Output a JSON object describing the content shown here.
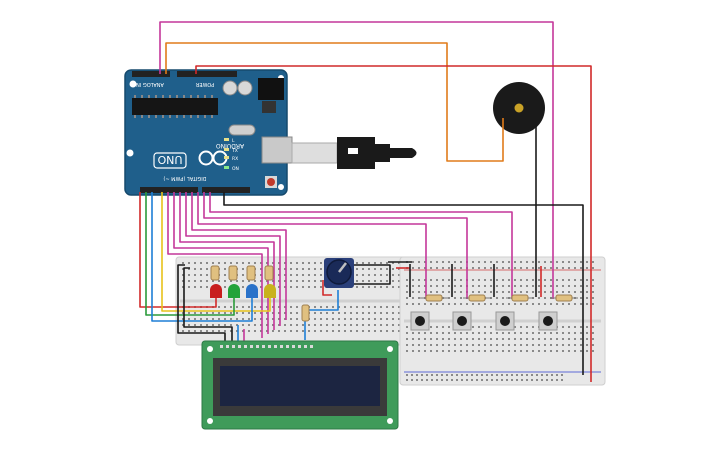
{
  "arduino": {
    "brand": "ARDUINO",
    "model": "UNO",
    "digital_label": "DIGITAL (PWM ~)",
    "analog_label": "ANALOG IN",
    "power_label": "POWER",
    "on_label": "ON",
    "tx_label": "TX",
    "rx_label": "RX",
    "l_label": "L"
  },
  "colors": {
    "arduino_board": "#1f5f8b",
    "breadboard": "#e9e9e9",
    "lcd_pcb": "#3f9b5a",
    "lcd_screen": "#1c2541",
    "wire_magenta": "#c4379a",
    "wire_orange": "#e07b1a",
    "wire_red": "#d12a2a",
    "wire_black": "#1a1a1a",
    "wire_blue": "#1e7fd6",
    "wire_green": "#2a9a3a",
    "wire_yellow": "#e8c21a",
    "led_red": "#c81e1e",
    "led_green": "#23a33a",
    "led_blue": "#2a72c9",
    "led_yellow": "#c9b21e"
  },
  "icons": {
    "usb": "usb-cable-icon",
    "buzzer": "piezo-buzzer-icon",
    "potentiometer": "potentiometer-icon",
    "pushbutton": "pushbutton-icon",
    "resistor": "resistor-icon",
    "led": "led-icon"
  }
}
